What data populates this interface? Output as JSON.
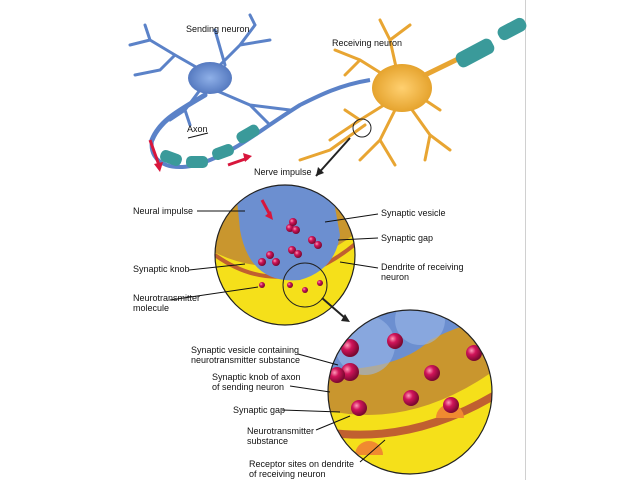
{
  "top": {
    "sending_neuron": "Sending neuron",
    "receiving_neuron": "Receiving neuron",
    "axon": "Axon",
    "nerve_impulse": "Nerve impulse"
  },
  "middle": {
    "neural_impulse": "Neural impulse",
    "synaptic_vesicle": "Synaptic vesicle",
    "synaptic_gap": "Synaptic gap",
    "synaptic_knob": "Synaptic knob",
    "dendrite_1": "Dendrite of receiving",
    "dendrite_2": "neuron",
    "neurotransmitter_1": "Neurotransmitter",
    "neurotransmitter_2": "molecule"
  },
  "bottom": {
    "vesicle_1": "Synaptic vesicle containing",
    "vesicle_2": "neurotransmitter substance",
    "knob_1": "Synaptic knob of axon",
    "knob_2": "of sending neuron",
    "gap": "Synaptic gap",
    "substance_1": "Neurotransmitter",
    "substance_2": "substance",
    "receptor_1": "Receptor sites on dendrite",
    "receptor_2": "of receiving neuron"
  },
  "colors": {
    "sending": "#5b82c8",
    "receiving": "#e8a532",
    "myelin": "#3a9a9a",
    "gap": "#c9962e",
    "dendrite": "#f2d81c",
    "molecule": "#c8124a",
    "arrow": "#d8163c"
  }
}
